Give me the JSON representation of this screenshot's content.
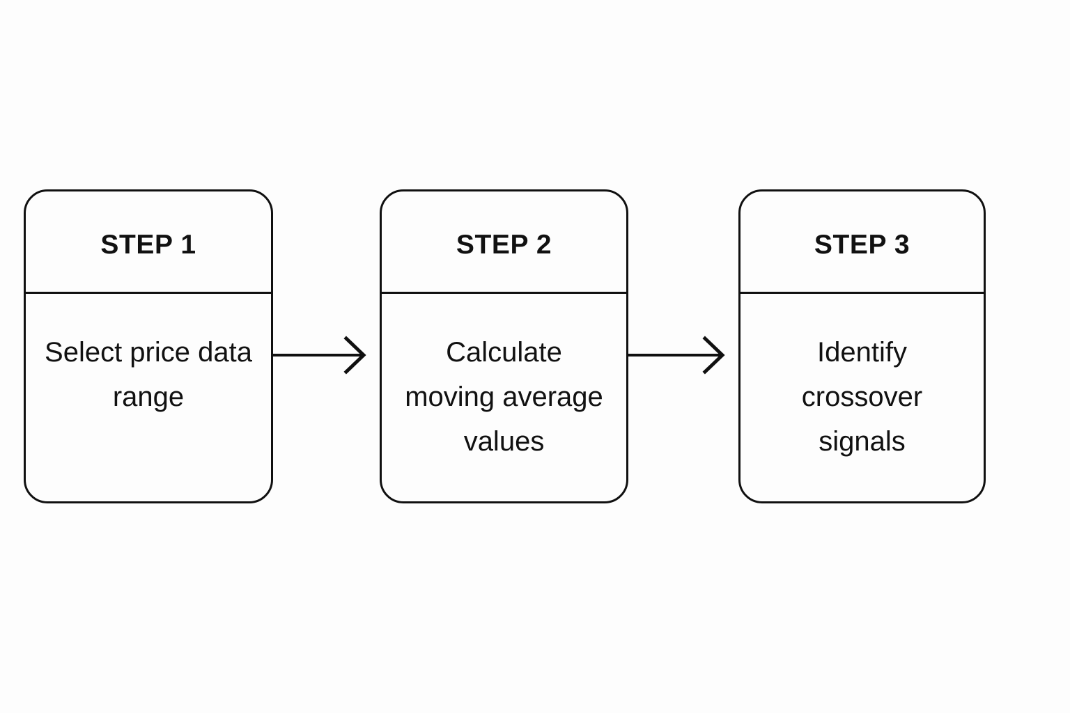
{
  "diagram": {
    "type": "flowchart",
    "orientation": "horizontal",
    "background_color": "#fdfdfd",
    "line_color": "#101010",
    "text_color": "#111111",
    "steps": [
      {
        "id": "step-1",
        "title": "STEP 1",
        "body": "Select price data range"
      },
      {
        "id": "step-2",
        "title": "STEP 2",
        "body": "Calculate moving average values"
      },
      {
        "id": "step-3",
        "title": "STEP 3",
        "body": "Identify crossover signals"
      }
    ],
    "connectors": [
      {
        "id": "connector-1",
        "from": "step-1",
        "to": "step-2",
        "style": "open-arrow-right"
      },
      {
        "id": "connector-2",
        "from": "step-2",
        "to": "step-3",
        "style": "open-arrow-right"
      }
    ]
  }
}
